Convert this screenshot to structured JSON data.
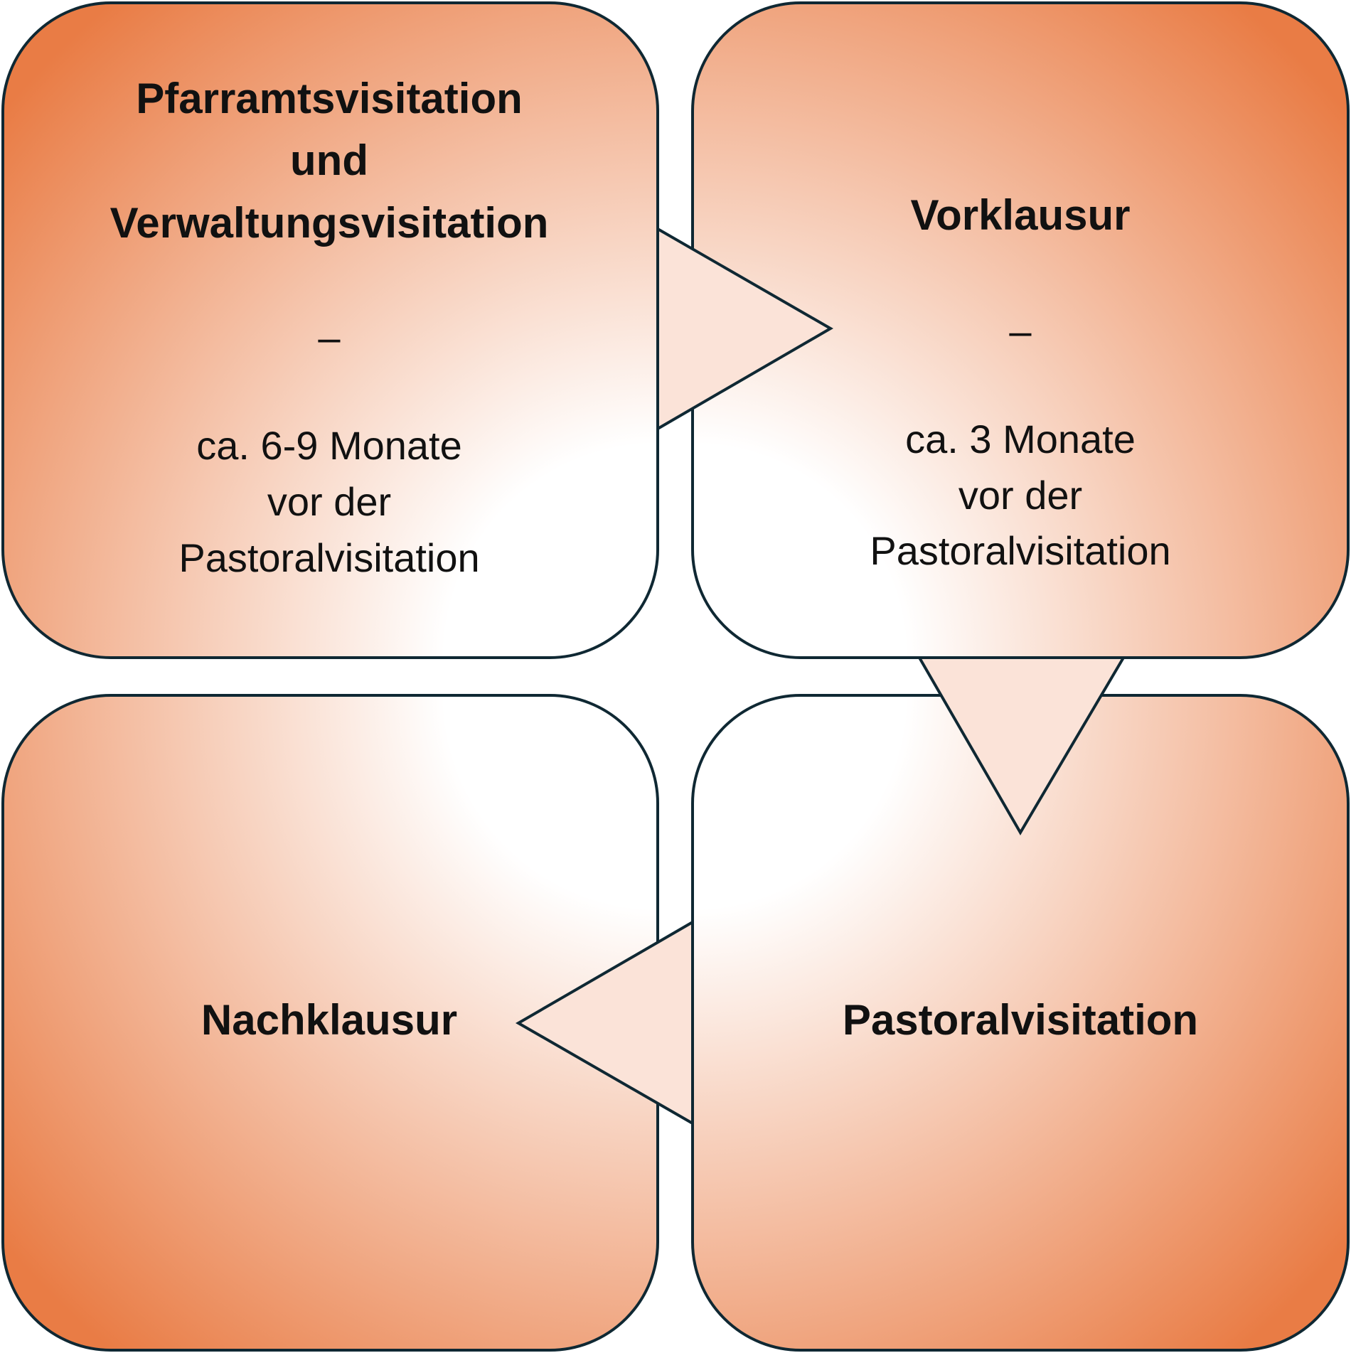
{
  "colors": {
    "accent": "#E97C45",
    "arrow_fill": "#FBE3D8",
    "stroke": "#0F2833"
  },
  "steps": [
    {
      "title": [
        "Pfarramtsvisitation",
        "und",
        "Verwaltungsvisitation"
      ],
      "separator": "–",
      "body": [
        "ca. 6-9 Monate",
        "vor der",
        "Pastoralvisitation"
      ]
    },
    {
      "title": [
        "Vorklausur"
      ],
      "separator": "–",
      "body": [
        "ca. 3 Monate",
        "vor der",
        "Pastoralvisitation"
      ]
    },
    {
      "title": [
        "Pastoralvisitation"
      ]
    },
    {
      "title": [
        "Nachklausur"
      ]
    }
  ]
}
